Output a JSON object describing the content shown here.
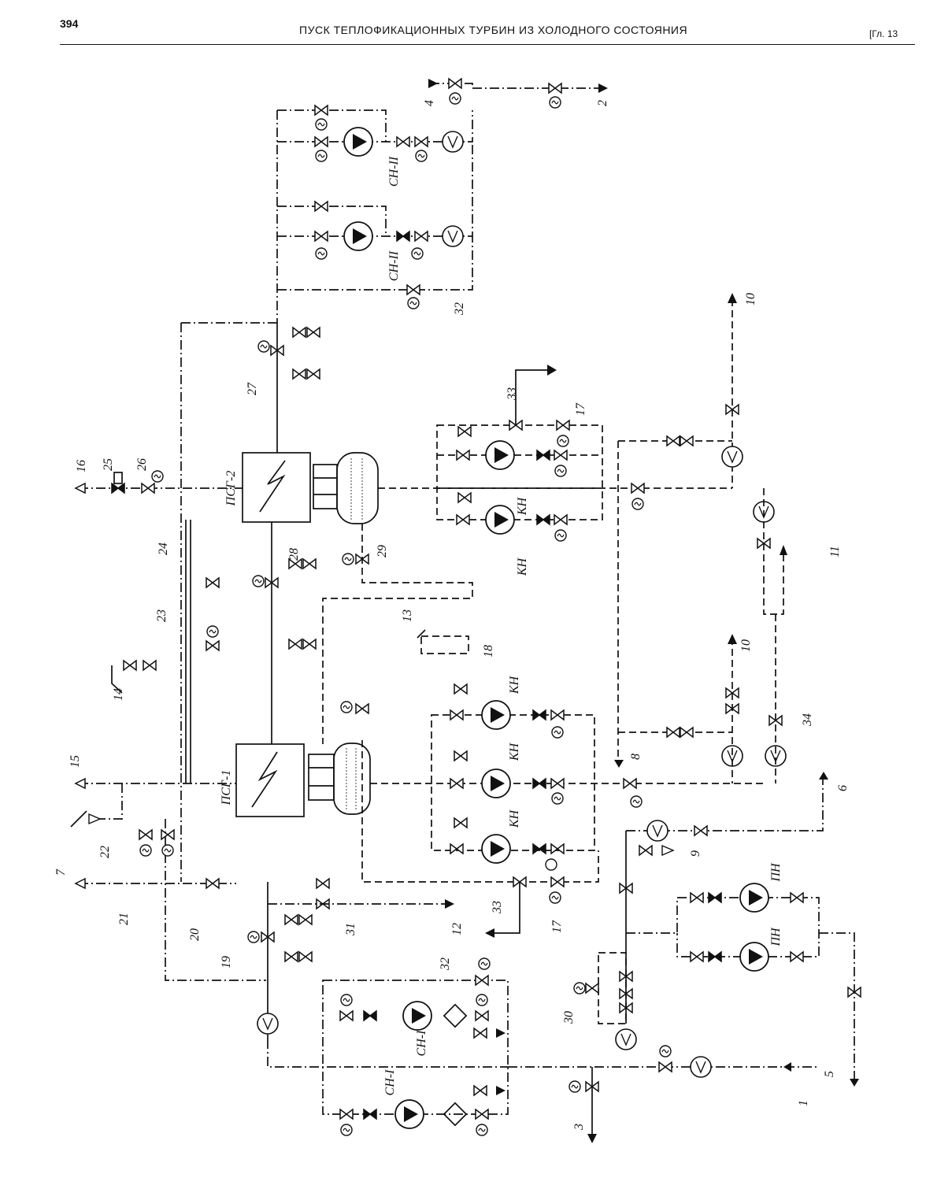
{
  "header": {
    "page_number": "394",
    "title": "ПУСК ТЕПЛОФИКАЦИОННЫХ ТУРБИН ИЗ ХОЛОДНОГО СОСТОЯНИЯ",
    "chapter": "[Гл. 13"
  },
  "equipment": {
    "psg1": "ПСГ-1",
    "psg2": "ПСГ-2",
    "kn": "КН",
    "sn1": "СН-I",
    "sn2": "СН-II",
    "pn": "ПН"
  },
  "callouts": [
    "1",
    "2",
    "3",
    "4",
    "5",
    "6",
    "7",
    "8",
    "9",
    "10",
    "11",
    "12",
    "13",
    "14",
    "15",
    "16",
    "17",
    "18",
    "19",
    "20",
    "21",
    "22",
    "23",
    "24",
    "25",
    "26",
    "27",
    "28",
    "29",
    "30",
    "31",
    "32",
    "33",
    "34"
  ]
}
